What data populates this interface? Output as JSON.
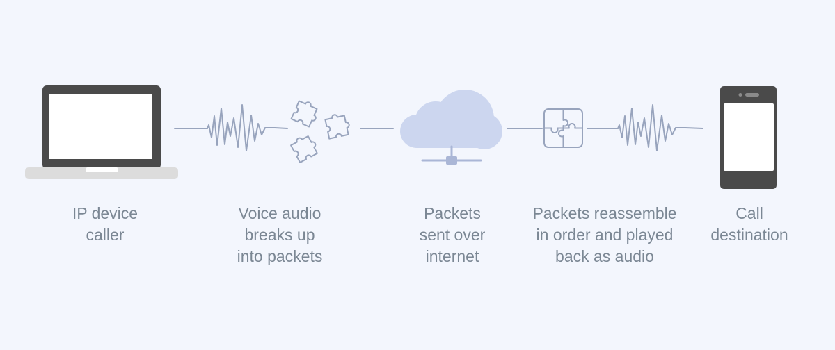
{
  "colors": {
    "background": "#f3f6fd",
    "line": "#98a4bd",
    "device_frame": "#4a4a4a",
    "laptop_base": "#dcdcdc",
    "cloud": "#ccd6ef",
    "network": "#aab6d6",
    "label_text": "#7b8794"
  },
  "steps": [
    {
      "label": "IP device\ncaller",
      "icon": "laptop-icon"
    },
    {
      "label": "Voice audio\nbreaks up\ninto packets",
      "icon": "puzzle-pieces-icon"
    },
    {
      "label": "Packets\nsent over\ninternet",
      "icon": "cloud-network-icon"
    },
    {
      "label": "Packets reassemble\nin order and played\nback as audio",
      "icon": "assembled-puzzle-icon"
    },
    {
      "label": "Call\ndestination",
      "icon": "smartphone-icon"
    }
  ]
}
